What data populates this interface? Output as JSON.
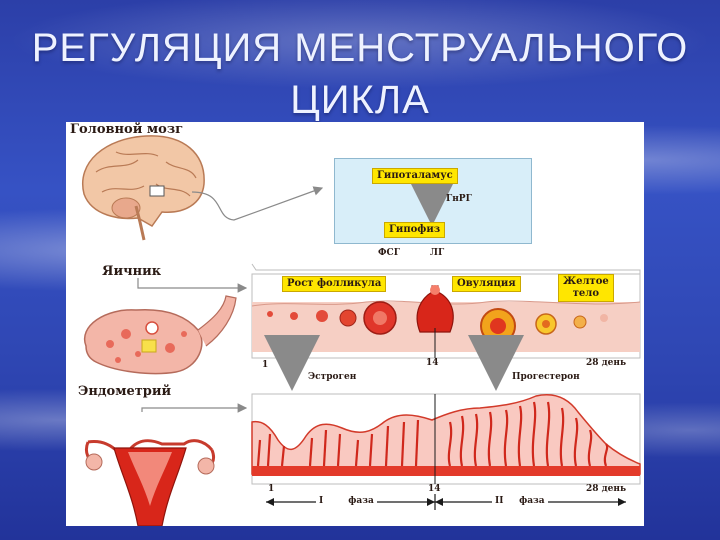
{
  "title": {
    "line1": "РЕГУЛЯЦИЯ МЕНСТРУАЛЬНОГО",
    "line2": "ЦИКЛА"
  },
  "diagram": {
    "brain_label": "Головной мозг",
    "hypothalamus": "Гипоталамус",
    "gnrh": "ГнРГ",
    "pituitary": "Гипофиз",
    "fsh": "ФСГ",
    "lh": "ЛГ",
    "ovary_label": "Яичник",
    "follicle_growth": "Рост фолликула",
    "ovulation": "Овуляция",
    "corpus_luteum_1": "Желтое",
    "corpus_luteum_2": "тело",
    "day_1": "1",
    "day_14": "14",
    "day_28": "28 день",
    "estrogen": "Эстроген",
    "progesterone": "Прогестерон",
    "endometrium_label": "Эндометрий",
    "axis_day_1": "1",
    "axis_day_14": "14",
    "axis_day_28": "28 день",
    "phase_1_num": "I",
    "phase_1_word": "фаза",
    "phase_2_num": "II",
    "phase_2_word": "фаза"
  },
  "colors": {
    "hormone_panel": "#d8eef9",
    "label_box": "#ffe600",
    "ovary_band": "#f6cfc4",
    "endometrium": "#e33a2a",
    "uterus": "#d8261a"
  }
}
